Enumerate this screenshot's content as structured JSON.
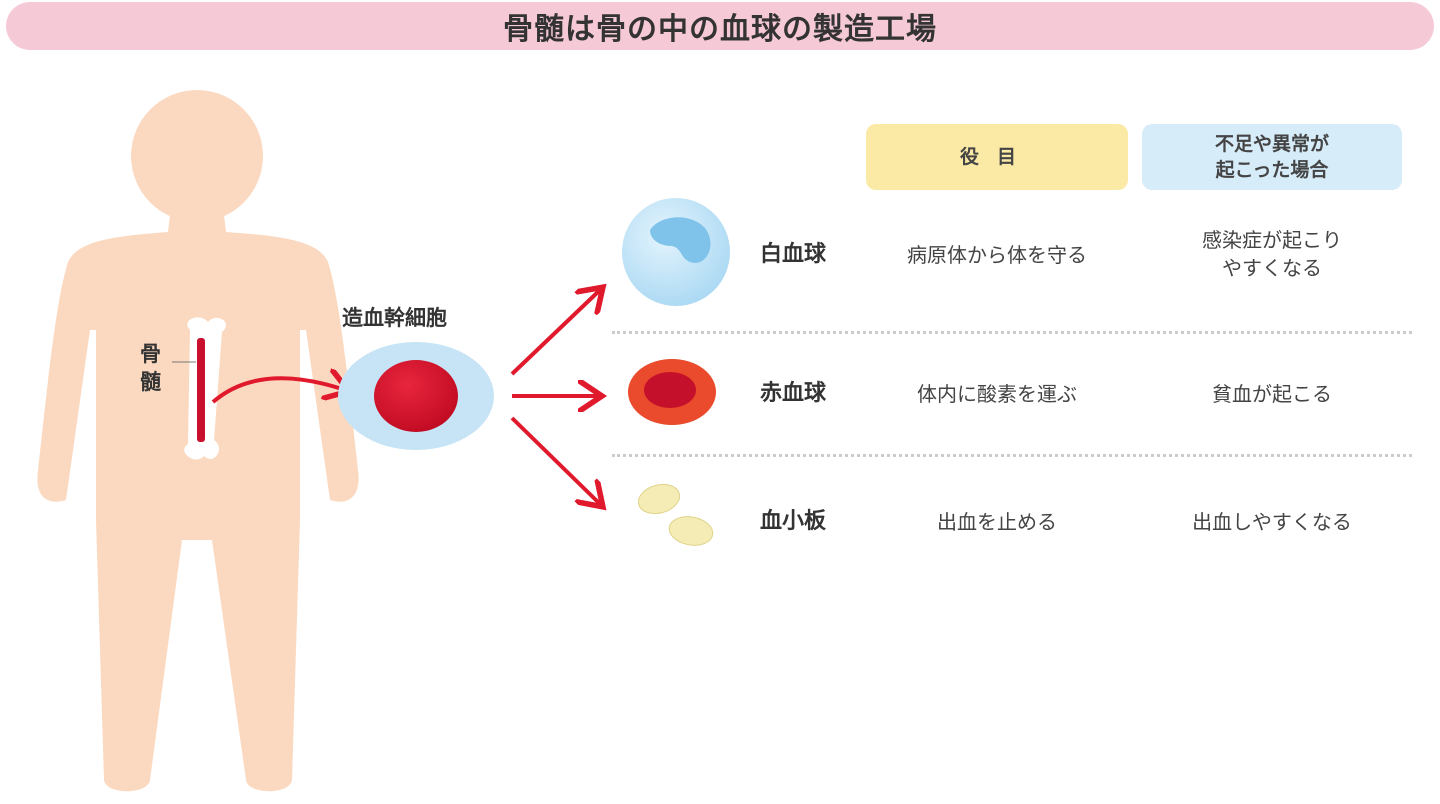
{
  "title": "骨髄は骨の中の血球の製造工場",
  "labels": {
    "bone_marrow": "骨髄",
    "stem_cell": "造血幹細胞"
  },
  "table": {
    "headers": {
      "role": "役目",
      "issue": "不足や異常が\n起こった場合"
    },
    "rows": [
      {
        "name": "白血球",
        "role": "病原体から体を守る",
        "issue_line1": "感染症が起こり",
        "issue_line2": "やすくなる"
      },
      {
        "name": "赤血球",
        "role": "体内に酸素を運ぶ",
        "issue_line1": "貧血が起こる"
      },
      {
        "name": "血小板",
        "role": "出血を止める",
        "issue_line1": "出血しやすくなる"
      }
    ]
  },
  "colors": {
    "skin": "#fbd9c0",
    "arrow": "#e0192c",
    "red_cell": "#d8102a",
    "title_bg": "#f6c9d6"
  }
}
